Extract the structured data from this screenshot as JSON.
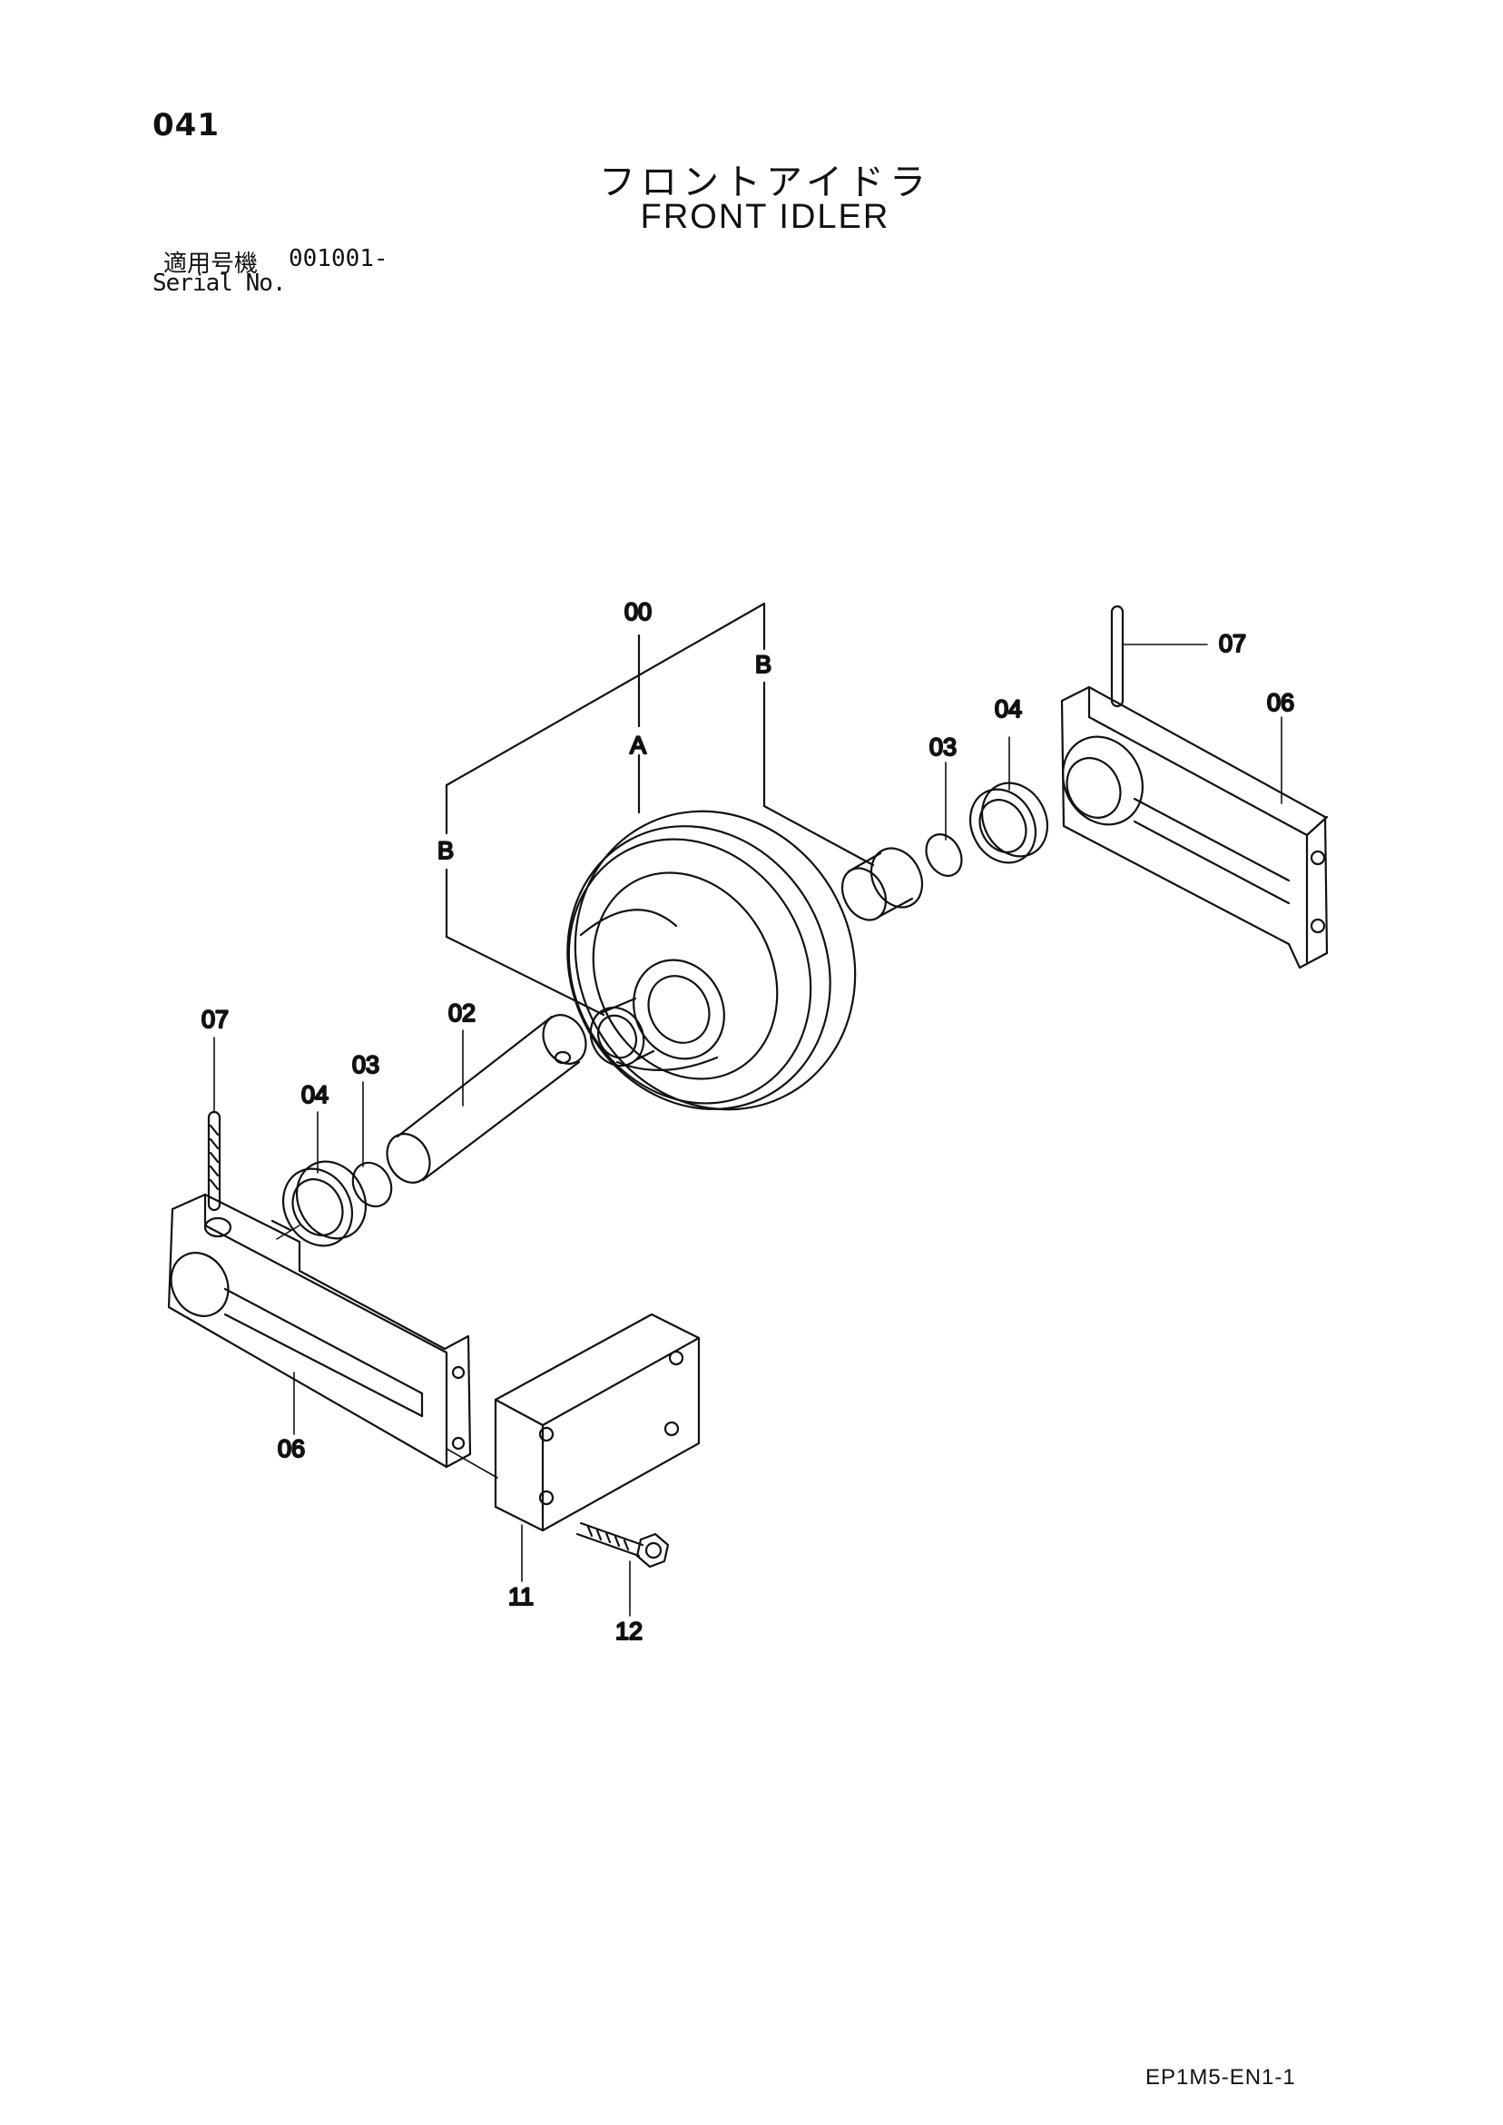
{
  "page_number": "041",
  "title_jp": "フロントアイドラ",
  "title_en": "FRONT IDLER",
  "serial": {
    "label_jp": "適用号機",
    "value": "001001-",
    "label_en": "Serial No."
  },
  "labels": {
    "p00": "00",
    "A": "A",
    "B_left": "B",
    "B_right": "B",
    "p02": "02",
    "p03_left": "03",
    "p03_right": "03",
    "p04_left": "04",
    "p04_right": "04",
    "p06_left": "06",
    "p06_right": "06",
    "p07_left": "07",
    "p07_right": "07",
    "p11": "11",
    "p12": "12"
  },
  "doc_code": "EP1M5-EN1-1"
}
